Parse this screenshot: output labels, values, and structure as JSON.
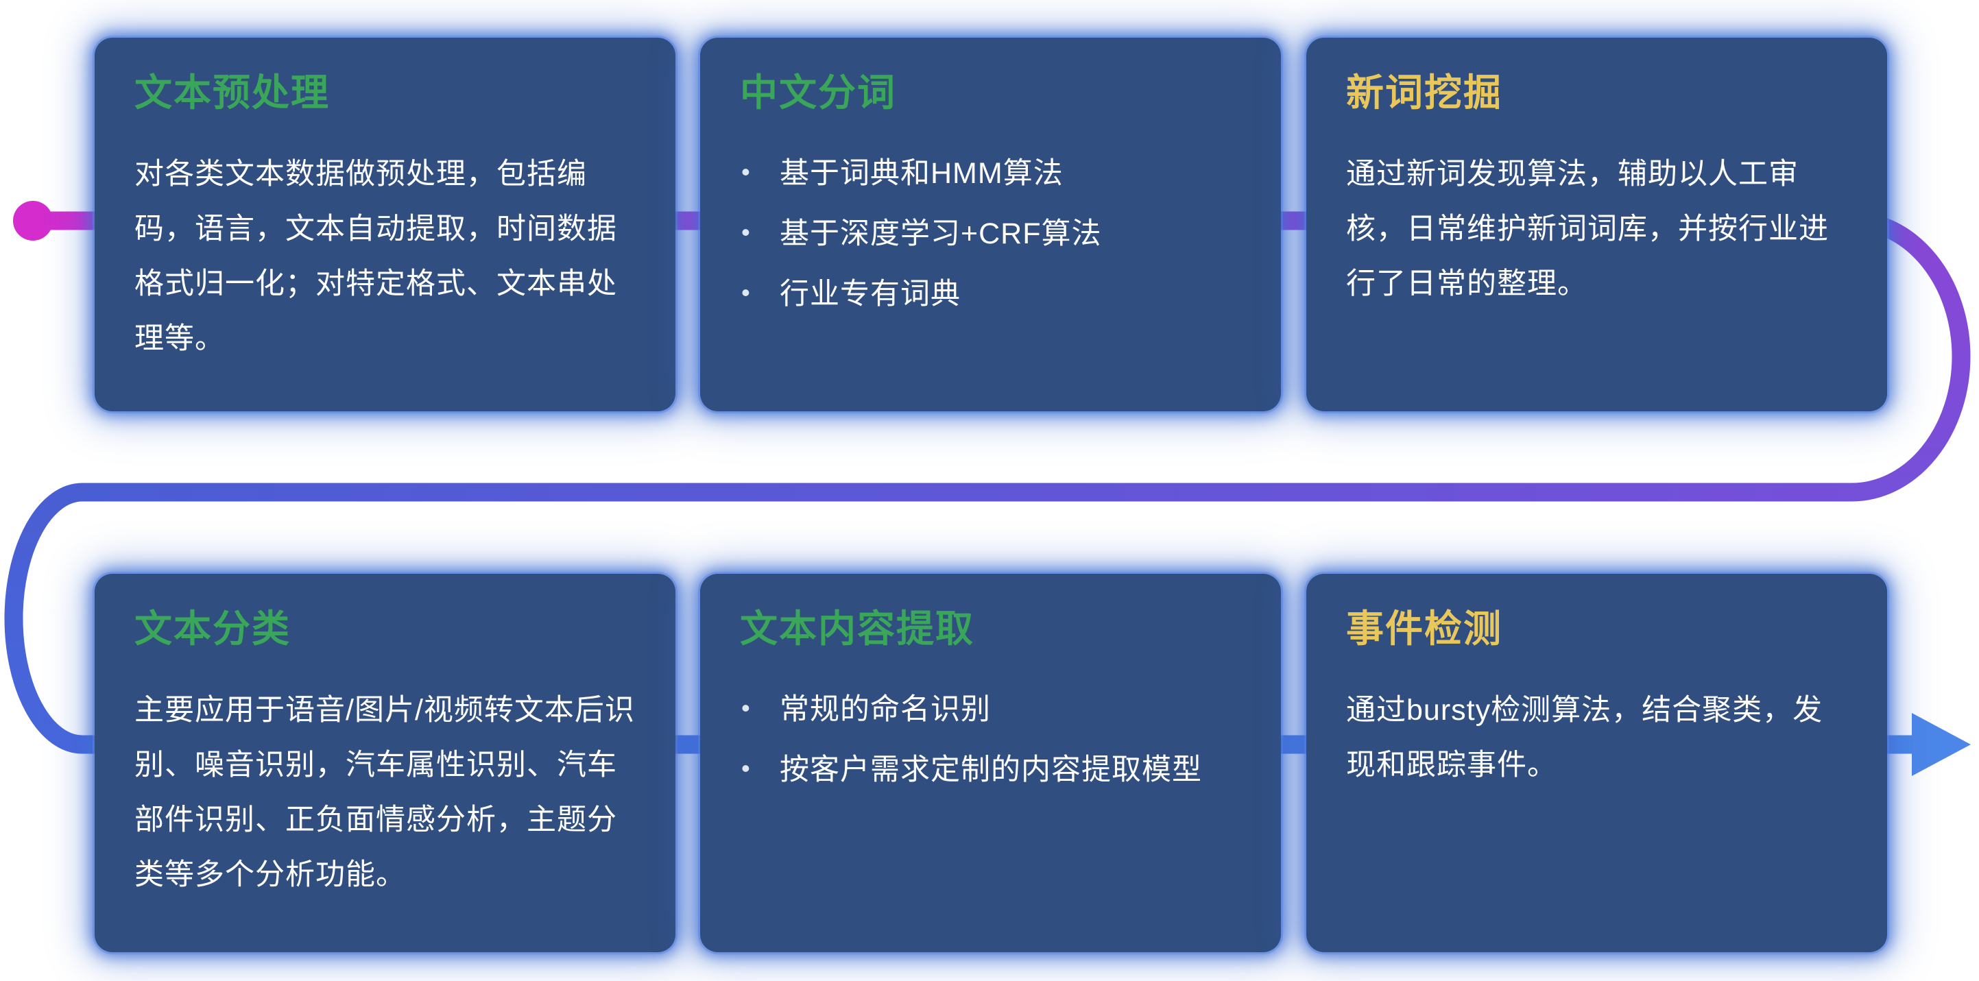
{
  "colors": {
    "page_bg": "#ffffff",
    "card_bg": "#304e80",
    "card_glow": "#3e6ed3",
    "title_green": "#3aa65a",
    "title_yellow": "#e9c75a",
    "body_text": "#ffffff",
    "flow_magenta": "#d42ccd",
    "flow_purple": "#8b46d6",
    "flow_purple2": "#7550d9",
    "flow_blue": "#4a5ed3",
    "flow_blue2": "#4767dc",
    "flow_light_blue": "#4b86e8"
  },
  "cards": [
    {
      "title": "文本预处理",
      "title_color": "green",
      "body": "对各类文本数据做预处理，包括编码，语言，文本自动提取，时间数据格式归一化；对特定格式、文本串处理等。"
    },
    {
      "title": "中文分词",
      "title_color": "green",
      "bullets": [
        "基于词典和HMM算法",
        "基于深度学习+CRF算法",
        "行业专有词典"
      ]
    },
    {
      "title": "新词挖掘",
      "title_color": "yellow",
      "body": "通过新词发现算法，辅助以人工审核，日常维护新词词库，并按行业进行了日常的整理。"
    },
    {
      "title": "文本分类",
      "title_color": "green",
      "body": "主要应用于语音/图片/视频转文本后识别、噪音识别，汽车属性识别、汽车部件识别、正负面情感分析，主题分类等多个分析功能。"
    },
    {
      "title": "文本内容提取",
      "title_color": "green",
      "bullets": [
        "常规的命名识别",
        "按客户需求定制的内容提取模型"
      ]
    },
    {
      "title": "事件检测",
      "title_color": "yellow",
      "body": "通过bursty检测算法，结合聚类，发现和跟踪事件。"
    }
  ]
}
